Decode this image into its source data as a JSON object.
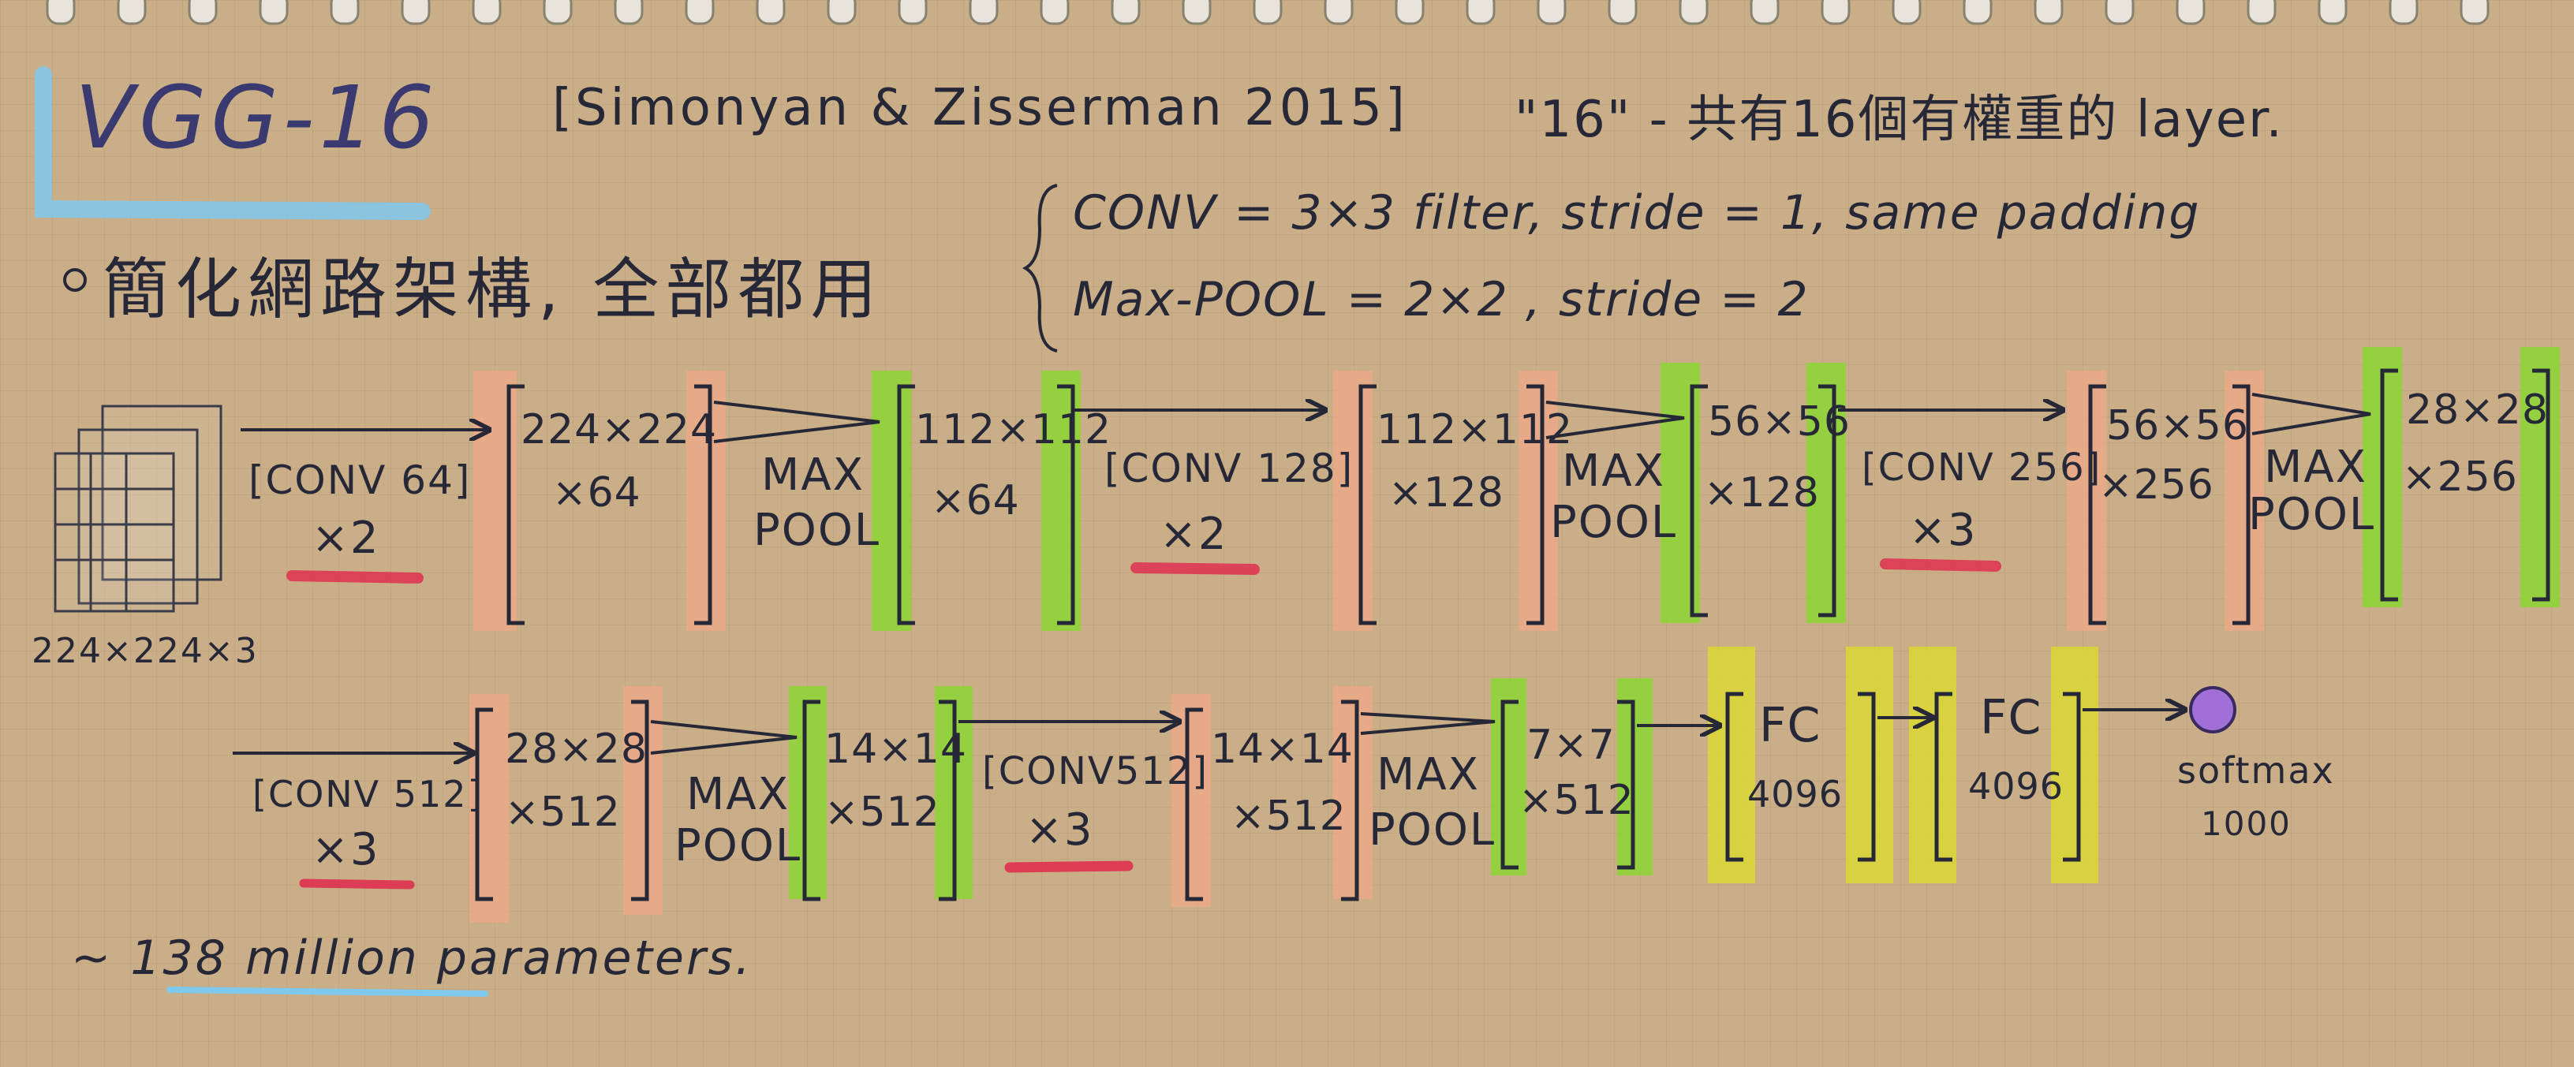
{
  "header": {
    "title": "VGG-16",
    "citation": "[Simonyan & Zisserman 2015]",
    "note": "\"16\" - 共有16個有權重的 layer."
  },
  "simplify": {
    "bullet": "簡化網路架構, 全部都用",
    "conv_rule": "CONV = 3×3 filter, stride = 1, same padding",
    "pool_rule": "Max-POOL = 2×2 , stride = 2"
  },
  "row1": {
    "input_dim": "224×224×3",
    "op1": {
      "name": "[CONV 64]",
      "repeat": "×2"
    },
    "vol1": {
      "line1": "224×224",
      "line2": "×64"
    },
    "pool1": {
      "line1": "MAX",
      "line2": "POOL"
    },
    "vol2": {
      "line1": "112×112",
      "line2": "×64"
    },
    "op2": {
      "name": "[CONV 128]",
      "repeat": "×2"
    },
    "vol3": {
      "line1": "112×112",
      "line2": "×128"
    },
    "pool2": {
      "line1": "MAX",
      "line2": "POOL"
    },
    "vol4": {
      "line1": "56×56",
      "line2": "×128"
    },
    "op3": {
      "name": "[CONV 256]",
      "repeat": "×3"
    },
    "vol5": {
      "line1": "56×56",
      "line2": "×256"
    },
    "pool3": {
      "line1": "MAX",
      "line2": "POOL"
    },
    "vol6": {
      "line1": "28×28",
      "line2": "×256"
    }
  },
  "row2": {
    "op4": {
      "name": "[CONV 512]",
      "repeat": "×3"
    },
    "vol7": {
      "line1": "28×28",
      "line2": "×512"
    },
    "pool4": {
      "line1": "MAX",
      "line2": "POOL"
    },
    "vol8": {
      "line1": "14×14",
      "line2": "×512"
    },
    "op5": {
      "name": "[CONV512]",
      "repeat": "×3"
    },
    "vol9": {
      "line1": "14×14",
      "line2": "×512"
    },
    "pool5": {
      "line1": "MAX",
      "line2": "POOL"
    },
    "vol10": {
      "line1": "7×7",
      "line2": "×512"
    },
    "fc1": {
      "line1": "FC",
      "line2": "4096"
    },
    "fc2": {
      "line1": "FC",
      "line2": "4096"
    },
    "out": {
      "line1": "softmax",
      "line2": "1000"
    }
  },
  "footer": {
    "params": "~ 138 million parameters."
  },
  "colors": {
    "conv_volume": "#efa888",
    "pool_volume": "#8fd43a",
    "fc_volume": "#d9d63a",
    "repeat_underline": "#e03050",
    "title_highlight": "#7fc8ee",
    "softmax_dot": "#a070d8",
    "ink": "#262838"
  }
}
